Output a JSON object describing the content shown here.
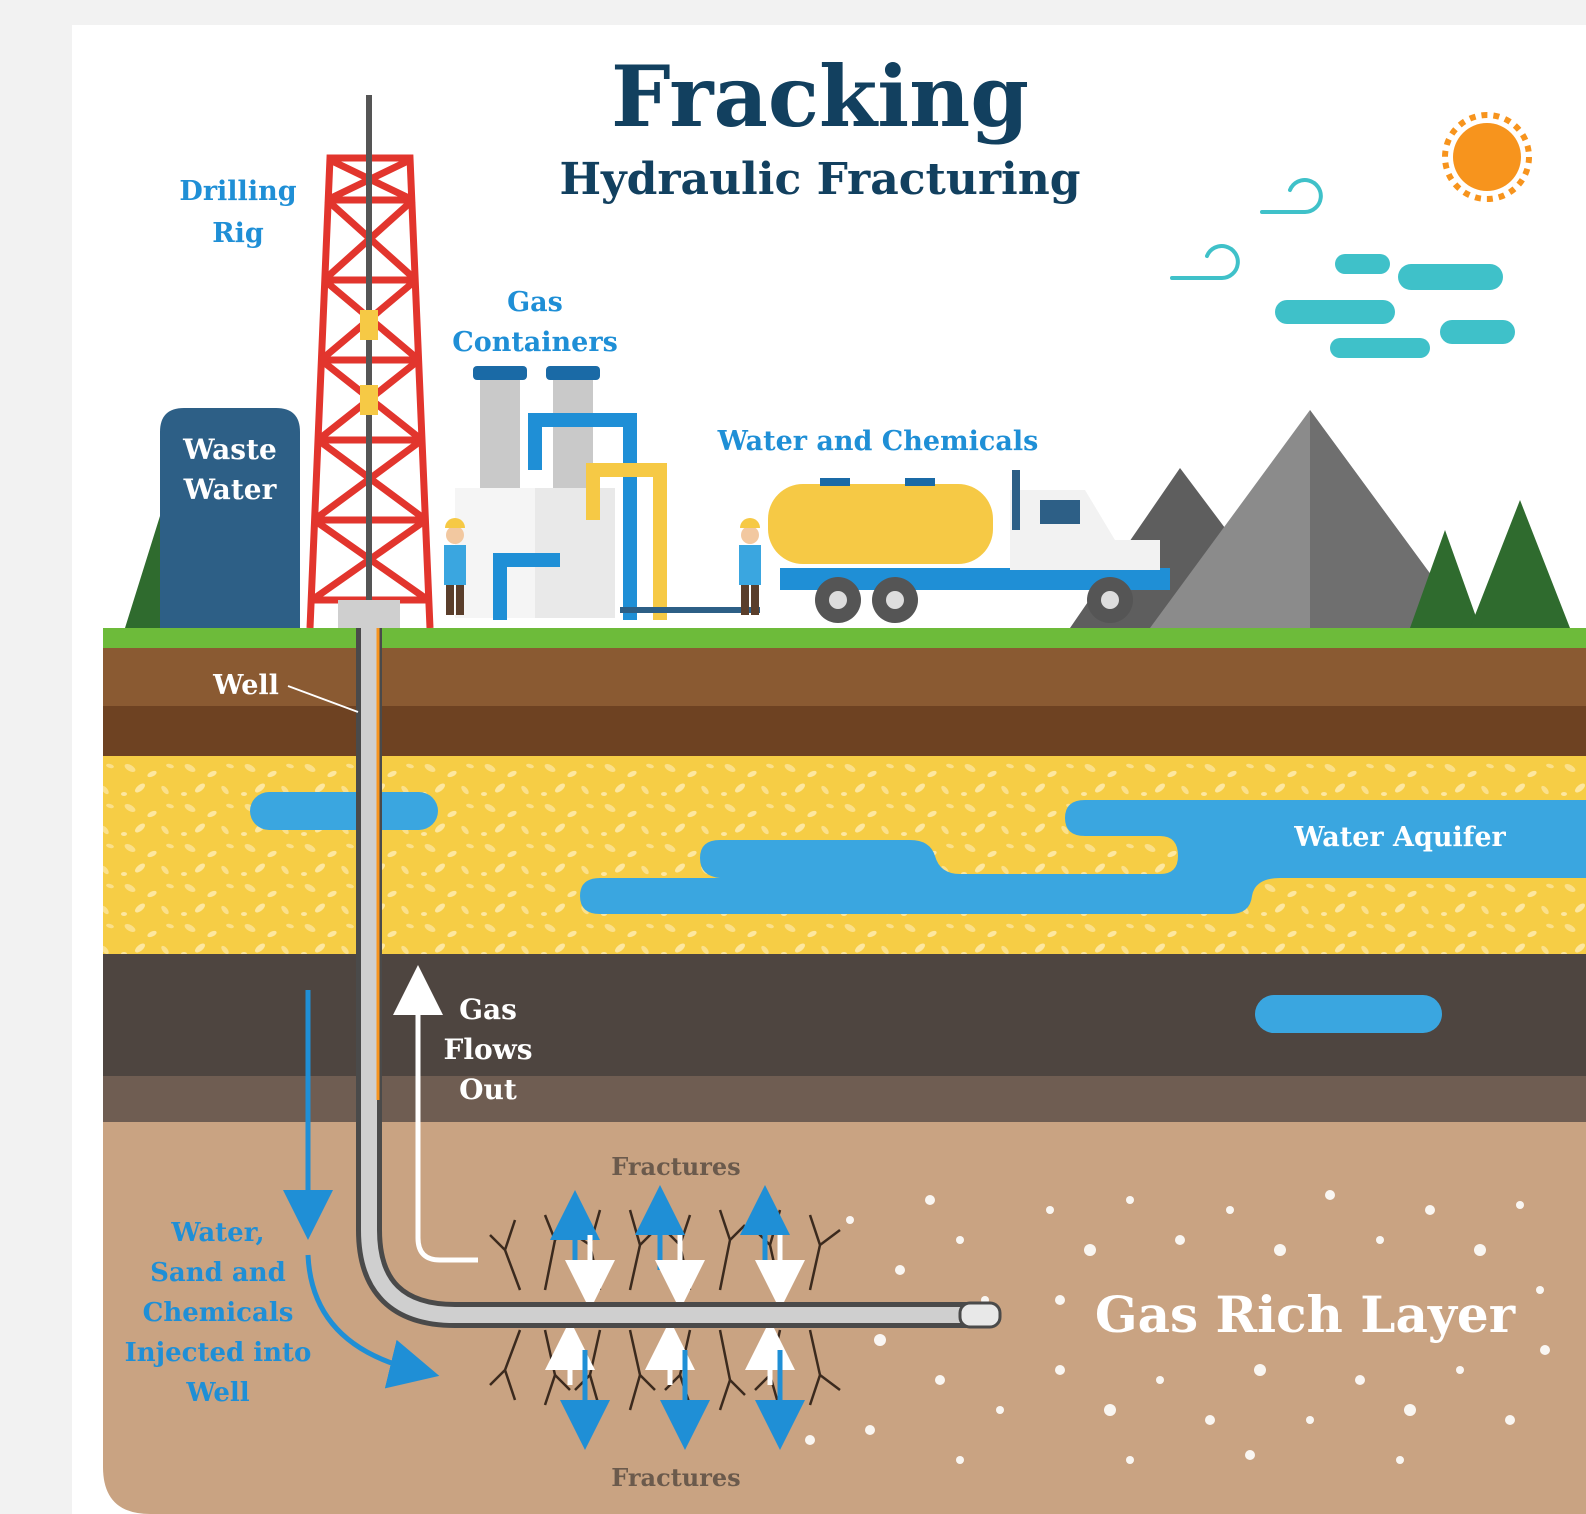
{
  "title": "Fracking",
  "subtitle": "Hydraulic Fracturing",
  "labels": {
    "drilling_rig": [
      "Drilling",
      "Rig"
    ],
    "gas_containers": [
      "Gas",
      "Containers"
    ],
    "water_and_chemicals": "Water and Chemicals",
    "waste_water": [
      "Waste",
      "Water"
    ],
    "well": "Well",
    "water_aquifer": "Water Aquifer",
    "gas_flows_out": [
      "Gas",
      "Flows",
      "Out"
    ],
    "fractures_top": "Fractures",
    "fractures_bottom": "Fractures",
    "gas_rich_layer": "Gas Rich Layer",
    "injected": [
      "Water,",
      "Sand and",
      "Chemicals",
      "Injected into",
      "Well"
    ]
  },
  "colors": {
    "title": "#12405f",
    "label_blue": "#1f8fd6",
    "water": "#3aa6e0",
    "grass": "#6dbb3a",
    "topsoil": "#8a5a32",
    "sand": "#f6cd45",
    "dark_rock": "#4e4540",
    "shale": "#c9a382",
    "rig_red": "#e2352d",
    "sun": "#f7941d"
  }
}
